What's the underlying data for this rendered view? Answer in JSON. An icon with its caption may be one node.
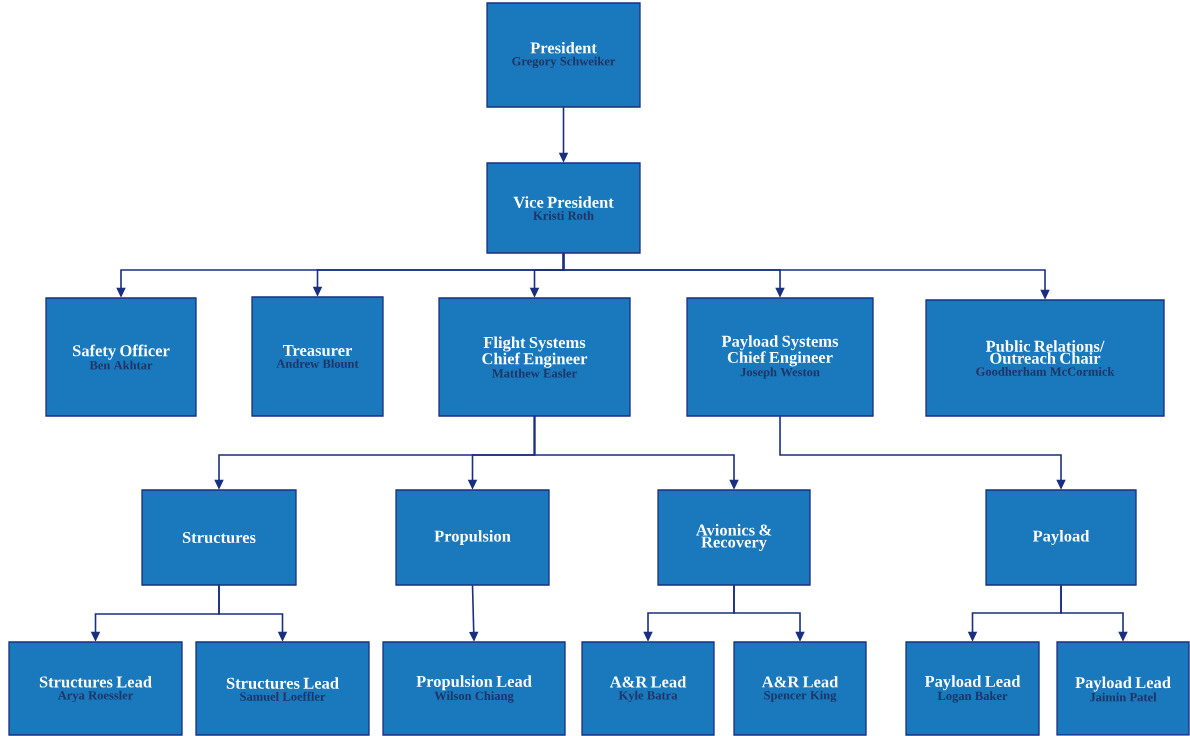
{
  "diagram": {
    "nodes": [
      {
        "text": [
          "President",
          "Gregory Schweiker"
        ]
      },
      {
        "text": [
          "Vice President",
          "Kristi Roth"
        ]
      },
      {
        "text": [
          "Safety Officer",
          "Ben Akhtar"
        ]
      },
      {
        "text": [
          "Treasurer",
          "Andrew Blount"
        ]
      },
      {
        "text": [
          "Flight Systems Chief Engineer",
          "Matthew Easler"
        ]
      },
      {
        "text": [
          "Payload Systems Chief Engineer",
          "Joseph Weston"
        ]
      },
      {
        "text": [
          "Public Relations/ Outreach Chair",
          "Goodherham McCormick"
        ]
      },
      {
        "text": [
          "Structures"
        ]
      },
      {
        "text": [
          "Propulsion"
        ]
      },
      {
        "text": [
          "Avionics & Recovery"
        ]
      },
      {
        "text": [
          "Payload"
        ]
      },
      {
        "text": [
          "Structures Lead",
          "Arya Roessler"
        ]
      },
      {
        "text": [
          "Structures Lead",
          "Samuel Loeffler"
        ]
      },
      {
        "text": [
          "Propulsion Lead",
          "Wilson Chiang"
        ]
      },
      {
        "text": [
          "A&R Lead",
          "Kyle Batra"
        ]
      },
      {
        "text": [
          "A&R Lead",
          "Spencer King"
        ]
      },
      {
        "text": [
          "Payload Lead",
          "Logan Baker"
        ]
      },
      {
        "text": [
          "Payload Lead",
          "Jaimin Patel"
        ]
      }
    ],
    "edges": [
      {
        "from": 0,
        "to": 1,
        "arrow": "to"
      },
      {
        "from": 1,
        "to": 2,
        "arrow": "to"
      },
      {
        "from": 1,
        "to": 3,
        "arrow": "to"
      },
      {
        "from": 1,
        "to": 4,
        "arrow": "to"
      },
      {
        "from": 1,
        "to": 5,
        "arrow": "to"
      },
      {
        "from": 1,
        "to": 6,
        "arrow": "to"
      },
      {
        "from": 4,
        "to": 7,
        "arrow": "to"
      },
      {
        "from": 4,
        "to": 8,
        "arrow": "to"
      },
      {
        "from": 4,
        "to": 9,
        "arrow": "to"
      },
      {
        "from": 5,
        "to": 10,
        "arrow": "to"
      },
      {
        "from": 7,
        "to": 11,
        "arrow": "to"
      },
      {
        "from": 7,
        "to": 12,
        "arrow": "to"
      },
      {
        "from": 8,
        "to": 13,
        "arrow": "to"
      },
      {
        "from": 9,
        "to": 14,
        "arrow": "to"
      },
      {
        "from": 9,
        "to": 15,
        "arrow": "to"
      },
      {
        "from": 10,
        "to": 16,
        "arrow": "to"
      },
      {
        "from": 10,
        "to": 17,
        "arrow": "to"
      }
    ]
  }
}
